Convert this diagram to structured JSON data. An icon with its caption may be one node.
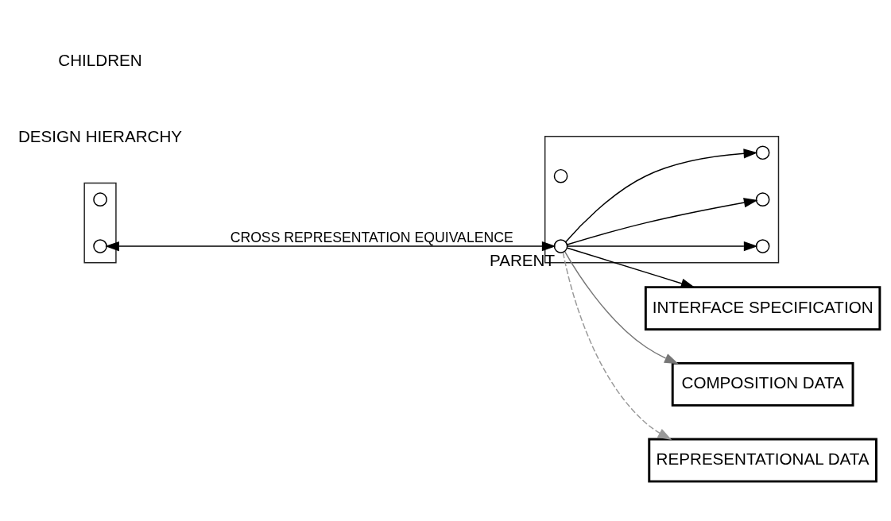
{
  "diagram": {
    "nodes": [
      {
        "text": [],
        "shape": "triangle"
      },
      {
        "text": [],
        "shape": "circle",
        "in": 0
      },
      {
        "text": [],
        "shape": "circle",
        "in": 0,
        "beside": [
          "PARENT"
        ]
      },
      {
        "text": [],
        "shape": "circle",
        "in": 0
      },
      {
        "text": [],
        "shape": "circle",
        "in": 0
      },
      {
        "text": [],
        "shape": "circle",
        "in": 0
      },
      {
        "text": [],
        "shape": "triangle"
      },
      {
        "text": [],
        "shape": "circle",
        "in": 6
      },
      {
        "text": [],
        "shape": "circle",
        "in": 6
      },
      {
        "text": [
          "INTERFACE SPECIFICATION"
        ]
      },
      {
        "text": [
          "COMPOSITION DATA"
        ]
      },
      {
        "text": [
          "REPRESENTATIONAL DATA"
        ]
      }
    ],
    "edges": [
      {
        "from": 2,
        "to": 3,
        "arrow": "to"
      },
      {
        "from": 2,
        "to": 4,
        "arrow": "to"
      },
      {
        "from": 2,
        "to": 5,
        "arrow": "to"
      },
      {
        "from": 2,
        "to": 9,
        "arrow": "to"
      },
      {
        "from": 2,
        "to": 10,
        "arrow": "to",
        "color": "#777777"
      },
      {
        "from": 2,
        "to": 11,
        "arrow": "to",
        "color": "#999999",
        "style": "dashed"
      },
      {
        "from": 8,
        "to": 2,
        "arrow": "both",
        "label": "CROSS REPRESENTATION EQUIVALENCE"
      }
    ],
    "labels": [
      "DESIGN HIERARCHY",
      "CHILDREN"
    ]
  }
}
